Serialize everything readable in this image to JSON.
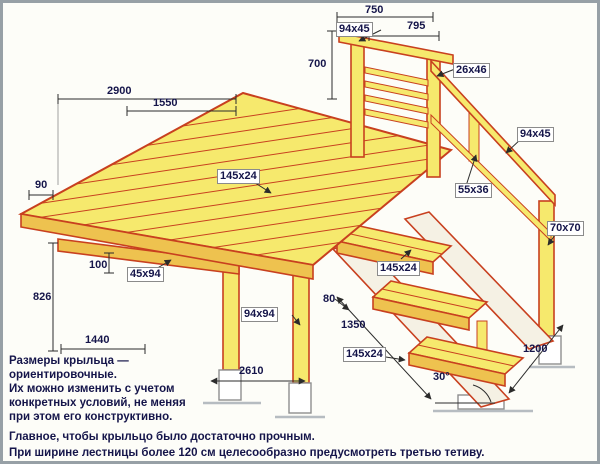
{
  "figure": {
    "title": "porch-construction-diagram",
    "labels": [
      {
        "text": "750"
      },
      {
        "text": "94x45"
      },
      {
        "text": "795"
      },
      {
        "text": "700"
      },
      {
        "text": "26x46"
      },
      {
        "text": "2900"
      },
      {
        "text": "1550"
      },
      {
        "text": "94x45"
      },
      {
        "text": "90"
      },
      {
        "text": "145x24"
      },
      {
        "text": "55x36"
      },
      {
        "text": "70x70"
      },
      {
        "text": "100"
      },
      {
        "text": "45x94"
      },
      {
        "text": "826"
      },
      {
        "text": "94x94"
      },
      {
        "text": "145x24"
      },
      {
        "text": "80"
      },
      {
        "text": "1350"
      },
      {
        "text": "145x24"
      },
      {
        "text": "1200"
      },
      {
        "text": "1440"
      },
      {
        "text": "2610"
      },
      {
        "text": "30°"
      }
    ],
    "notes": [
      "Размеры крыльца —",
      "ориентировочные.",
      "Их можно изменить с учетом",
      "конкретных условий, не меняя",
      "при этом его конструктивно."
    ],
    "captions": [
      "Главное, чтобы крыльцо было достаточно прочным.",
      "При ширине лестницы более 120 см целесообразно предусмотреть третью тетиву."
    ],
    "colors": {
      "wood": "#f6e96d",
      "wood_dark": "#eec24f",
      "outline": "#c8401f",
      "stringer": "#f5f1e4",
      "dim_line": "#2b2b2b",
      "footing_stroke": "#8e8e8e",
      "ground": "#b6bcc1",
      "text": "#15154a",
      "frame": "#97a0a6"
    }
  }
}
